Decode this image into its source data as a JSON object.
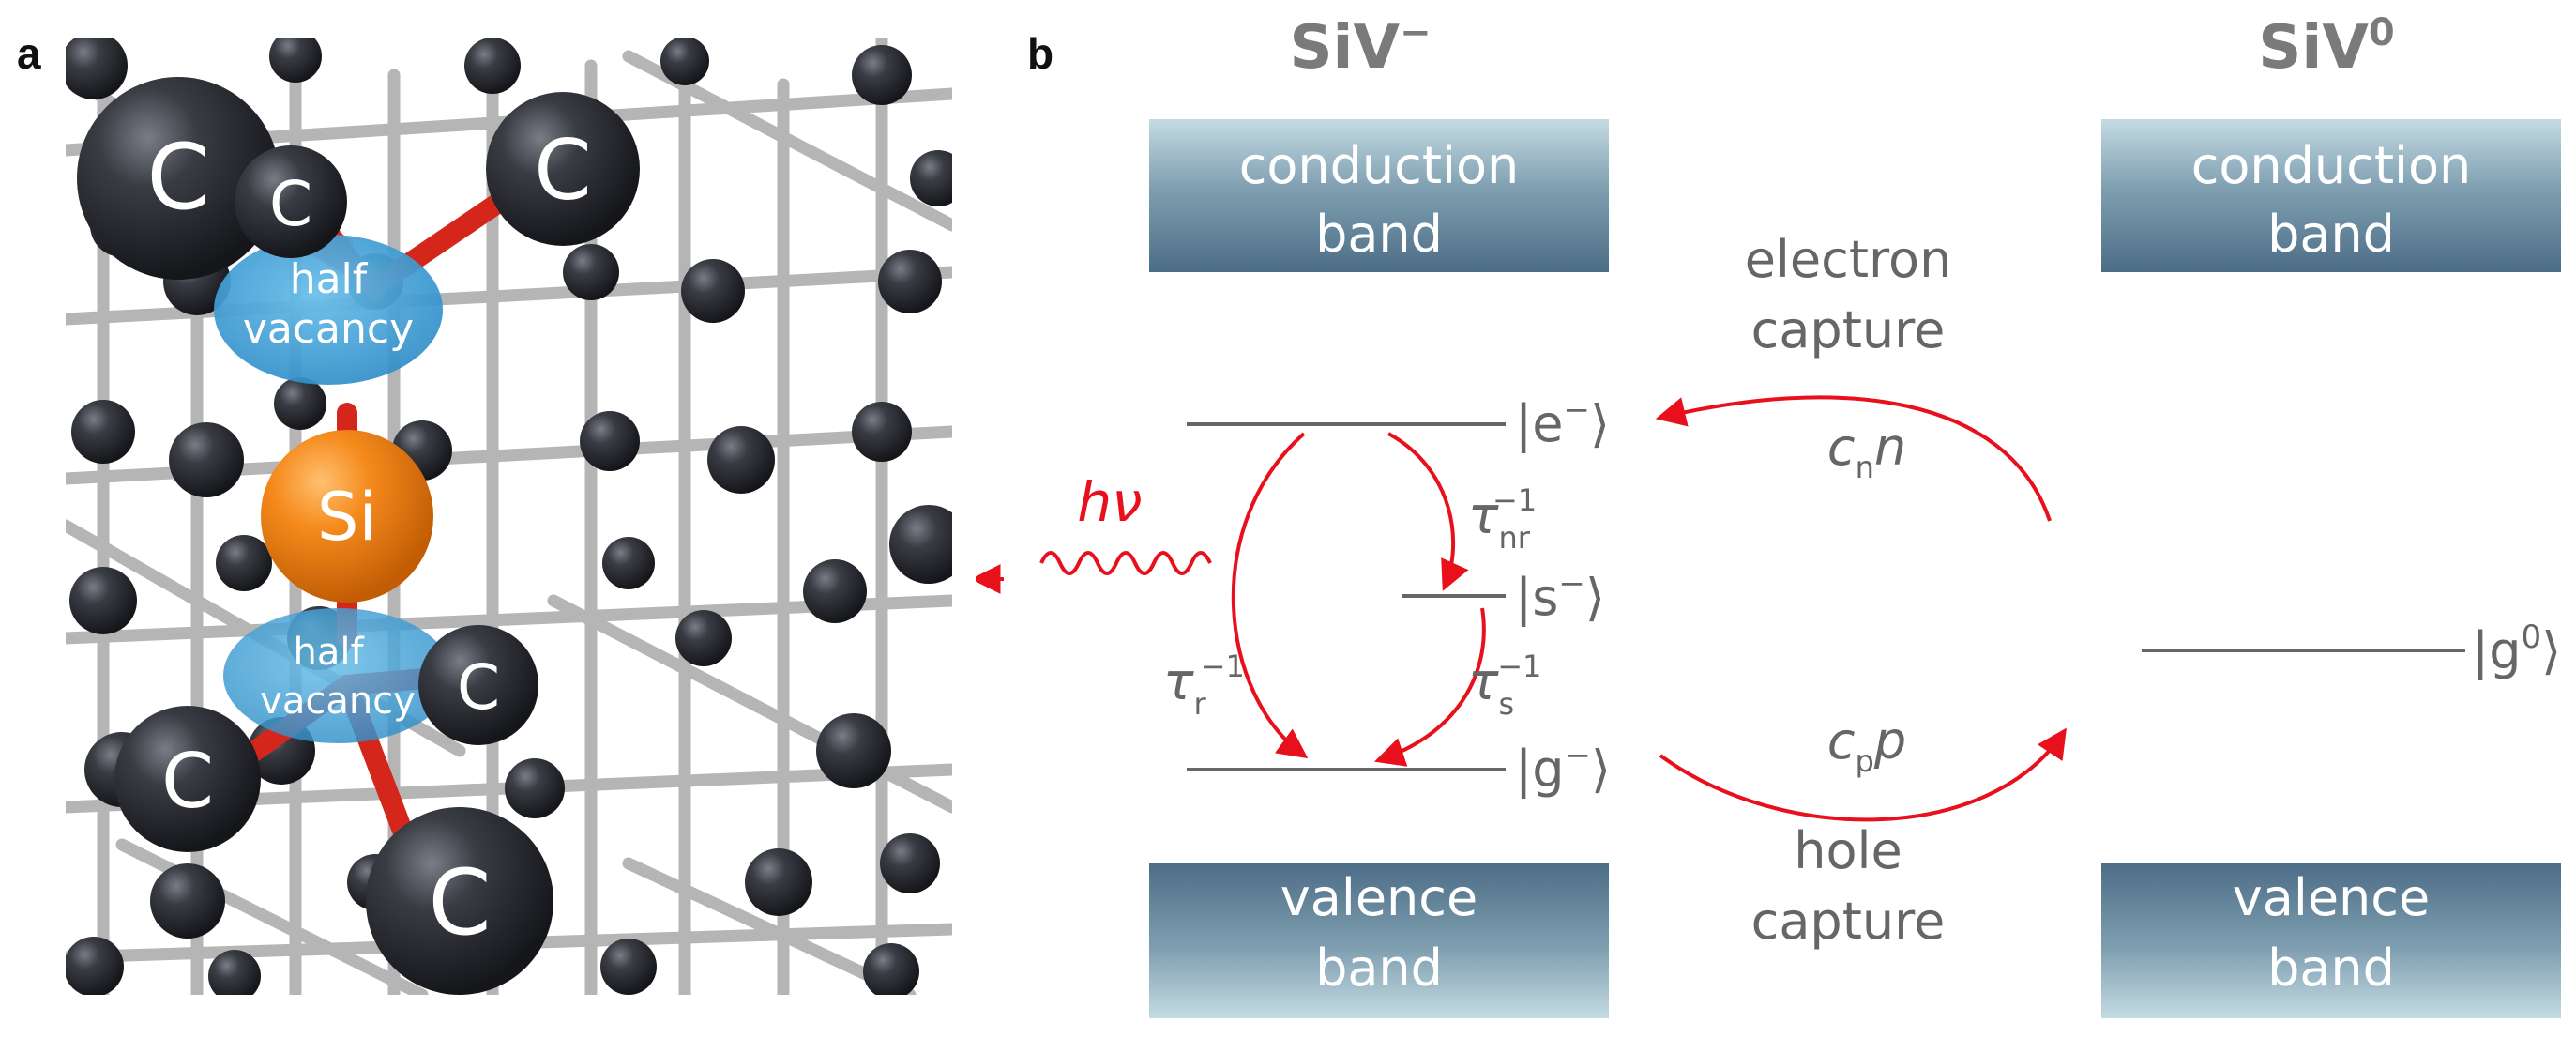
{
  "panel_a": {
    "label": "a",
    "atoms": {
      "carbon": "C",
      "silicon": "Si"
    },
    "vacancy_top": [
      "half",
      "vacancy"
    ],
    "vacancy_bottom": [
      "half",
      "vacancy"
    ]
  },
  "panel_b": {
    "label": "b",
    "left_title": {
      "base": "SiV",
      "sup": "−"
    },
    "right_title": {
      "base": "SiV",
      "sup": "0"
    },
    "conduction_band": [
      "conduction",
      "band"
    ],
    "valence_band": [
      "valence",
      "band"
    ],
    "states": {
      "e_minus": {
        "letter": "e",
        "sup": "−"
      },
      "s_minus": {
        "letter": "s",
        "sup": "−"
      },
      "g_minus": {
        "letter": "g",
        "sup": "−"
      },
      "g_zero": {
        "letter": "g",
        "sup": "0"
      }
    },
    "photon": "hν",
    "tau": "τ",
    "tau_sup": "−1",
    "tau_r_sub": "r",
    "tau_nr_sub": "nr",
    "tau_s_sub": "s",
    "electron_capture": [
      "electron",
      "capture"
    ],
    "hole_capture": [
      "hole",
      "capture"
    ],
    "rate_cn": {
      "c": "c",
      "sub": "n",
      "var": "n"
    },
    "rate_cp": {
      "c": "c",
      "sub": "p",
      "var": "p"
    }
  },
  "colors": {
    "band_top": "#c4dbe2",
    "band_bottom": "#4c6d86",
    "arrow_red": "#e8101c",
    "text_gray": "#666666",
    "carbon": "#2b2d33",
    "silicon": "#f07d10",
    "vacancy": "#3d9fd6",
    "bond_red": "#d5261b",
    "lattice_gray": "#a7a7a7"
  }
}
